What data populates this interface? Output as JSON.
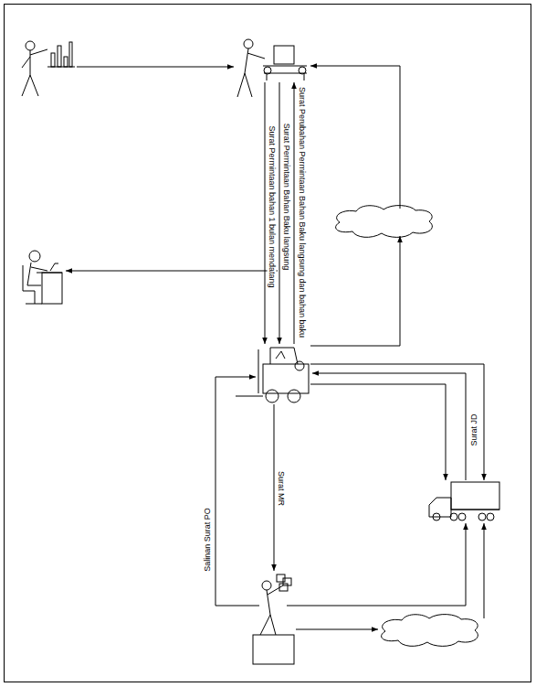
{
  "diagram": {
    "labels": [
      "Surat Perubahan Permintaan Bahan Baku langsung dan bahan baku",
      "Surat Permintaan Bahan Baku langsung",
      "Surat Permintaan bahan 1 bulan mendatang",
      "Surat MR",
      "Salinan Surat PO",
      "Surat JD"
    ]
  }
}
